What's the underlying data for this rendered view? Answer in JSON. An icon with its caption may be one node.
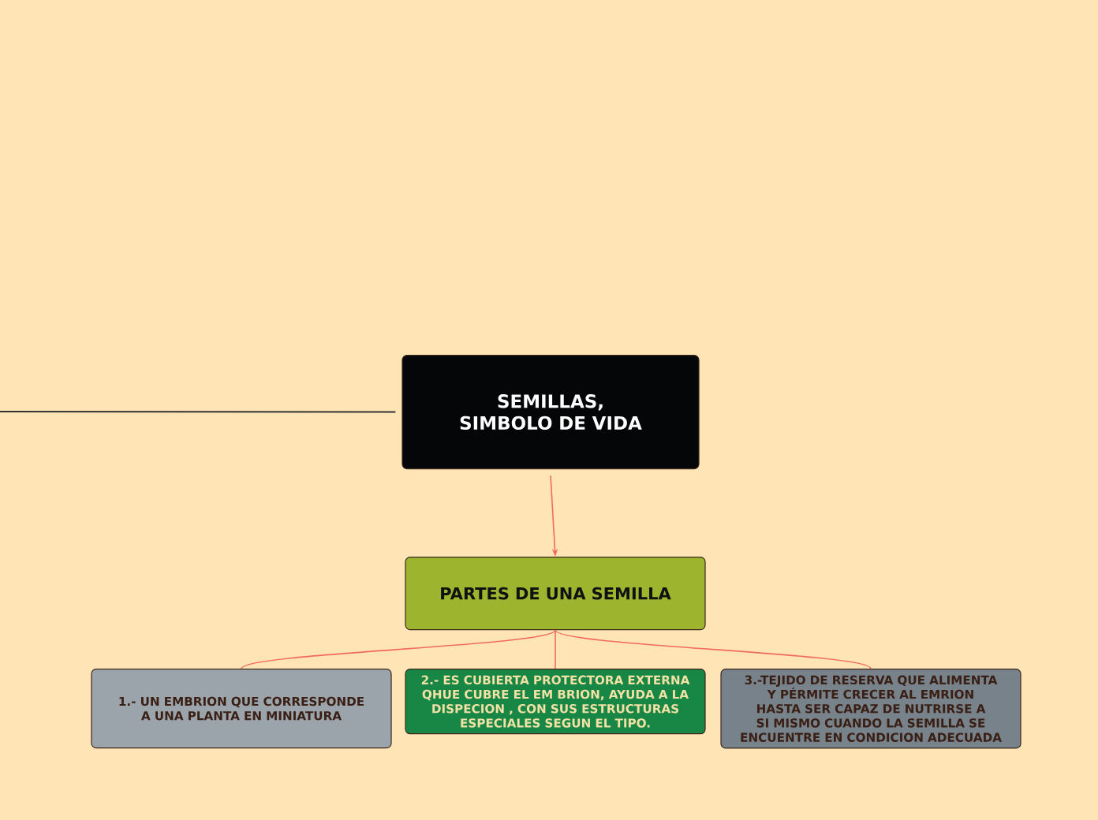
{
  "diagram": {
    "nodes": [
      {
        "text": [
          "SEMILLAS, SIMBOLO DE VIDA"
        ]
      },
      {
        "text": [
          "PARTES DE UNA SEMILLA"
        ]
      },
      {
        "text": [
          "1.- UN EMBRION QUE CORRESPONDE A UNA PLANTA EN MINIATURA"
        ]
      },
      {
        "text": [
          "2.- ES CUBIERTA PROTECTORA EXTERNA QHUE CUBRE EL EM BRION, AYUDA A LA DISPECION , CON SUS ESTRUCTURAS ESPECIALES SEGUN EL TIPO."
        ]
      },
      {
        "text": [
          "3.-TEJIDO DE RESERVA QUE ALIMENTA Y PÉRMITE CRECER AL EMRION HASTA SER CAPAZ DE NUTRIRSE A SI MISMO  CUANDO LA SEMILLA SE ENCUENTRE EN CONDICION ADECUADA"
        ]
      }
    ],
    "edges": [
      {
        "from": null,
        "to": 0,
        "arrow": "none",
        "color": "#333333"
      },
      {
        "from": 0,
        "to": 1,
        "arrow": "to"
      },
      {
        "from": 1,
        "to": 2,
        "arrow": "none"
      },
      {
        "from": 1,
        "to": 3,
        "arrow": "none"
      },
      {
        "from": 1,
        "to": 4,
        "arrow": "none"
      }
    ]
  }
}
